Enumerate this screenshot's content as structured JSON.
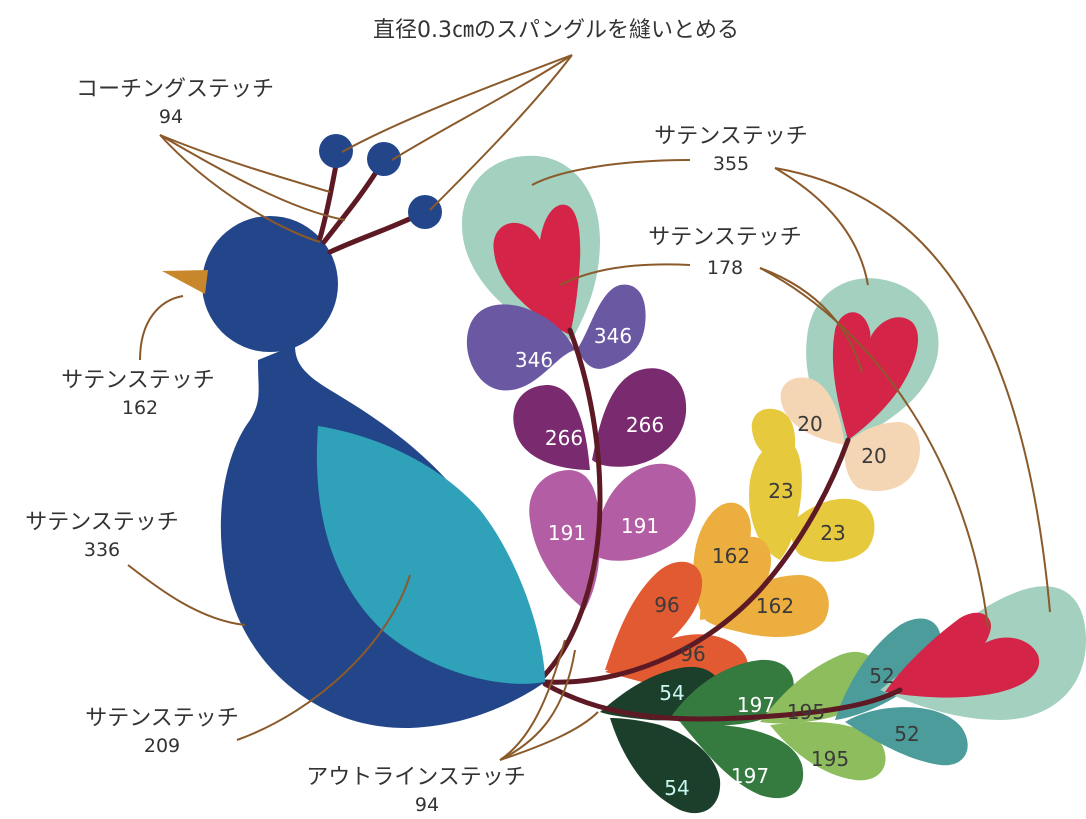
{
  "header": {
    "title": "直径0.3㎝のスパングルを縫いとめる"
  },
  "labels": {
    "couching": {
      "name": "コーチングステッチ",
      "thread": "94"
    },
    "beak": {
      "name": "サテンステッチ",
      "thread": "162"
    },
    "body": {
      "name": "サテンステッチ",
      "thread": "336"
    },
    "wing": {
      "name": "サテンステッチ",
      "thread": "209"
    },
    "outline": {
      "name": "アウトラインステッチ",
      "thread": "94"
    },
    "leaf_light": {
      "name": "サテンステッチ",
      "thread": "355"
    },
    "heart": {
      "name": "サテンステッチ",
      "thread": "178"
    }
  },
  "petal_numbers": {
    "p346": "346",
    "p266": "266",
    "p191": "191",
    "p20": "20",
    "p23": "23",
    "p162": "162",
    "p96": "96",
    "p54": "54",
    "p197": "197",
    "p195": "195",
    "p52": "52"
  },
  "colors": {
    "body": "#23468a",
    "wing": "#2fa1b8",
    "beak": "#c8872b",
    "leaf_light": "#a3d0bf",
    "heart": "#d42549",
    "lavender": "#6a58a3",
    "plum": "#7a2a6f",
    "orchid": "#b35ea4",
    "peach": "#f4d6b5",
    "yellow": "#e7c93d",
    "orange": "#ecae3e",
    "red_orange": "#e25a31",
    "dark_green": "#1c3f2b",
    "green": "#357a3f",
    "light_green": "#8dbd5c",
    "teal": "#4b9c9a",
    "stem": "#5e1a24",
    "leader": "#8b5a2b"
  }
}
